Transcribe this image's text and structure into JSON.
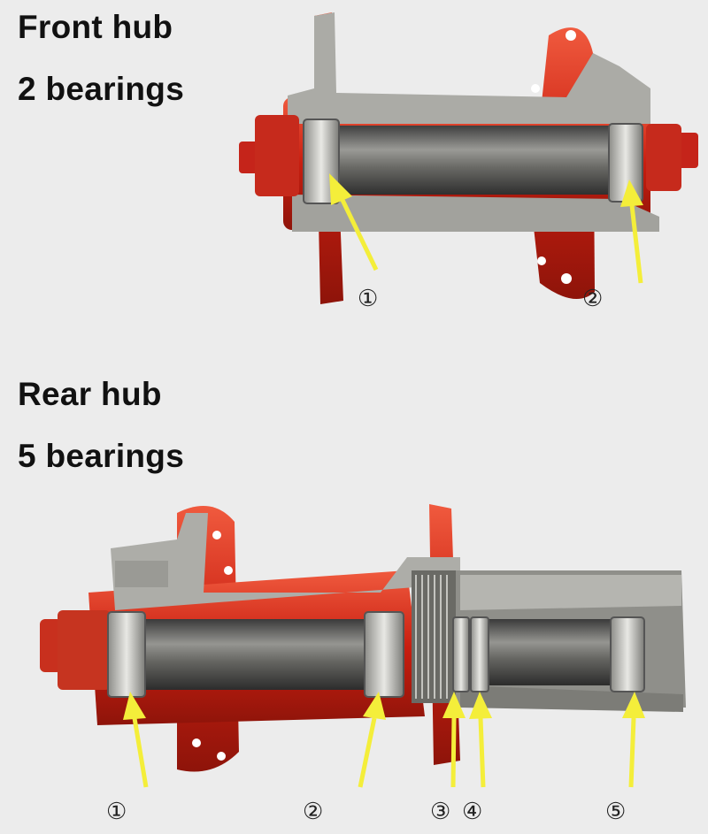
{
  "front": {
    "title": "Front hub",
    "subtitle": "2 bearings",
    "markers": [
      "①",
      "②"
    ]
  },
  "rear": {
    "title": "Rear hub",
    "subtitle": "5 bearings",
    "markers": [
      "①",
      "②",
      "③",
      "④",
      "⑤"
    ]
  },
  "colors": {
    "hub_red": "#d42a1c",
    "aluminum": "#a9a9a4",
    "arrow": "#f4ee3a"
  }
}
